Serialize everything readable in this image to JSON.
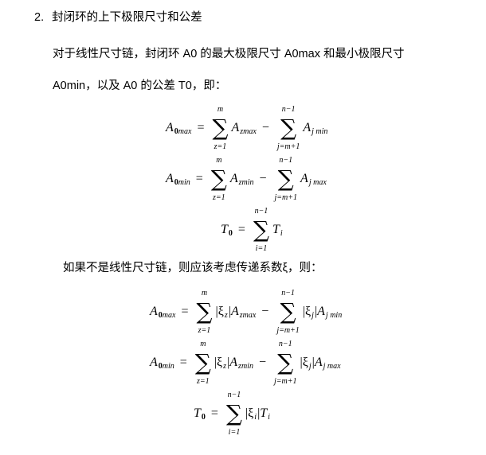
{
  "heading": {
    "number": "2.",
    "title": "封闭环的上下极限尺寸和公差"
  },
  "paragraph1": {
    "line1": "对于线性尺寸链，封闭环 A0 的最大极限尺寸 A0max 和最小极限尺寸",
    "line2": "A0min，以及 A0 的公差 T0，即："
  },
  "paragraph2": "如果不是线性尺寸链，则应该考虑传递系数ξ，则：",
  "sym": {
    "A": "A",
    "T": "T",
    "eq": "=",
    "minus": "−",
    "sigma": "∑",
    "xi": "|ξ",
    "bar": "|",
    "zero": "0"
  },
  "subs": {
    "max": "max",
    "min": "min",
    "zmax": "zmax",
    "zmin": "zmin",
    "jmin": "j min",
    "jmax": "j max",
    "i": "i",
    "z": "z",
    "j": "j"
  },
  "limits": {
    "m": "m",
    "z1": "z=1",
    "n1": "n−1",
    "jm1": "j=m+1",
    "i1": "i=1"
  }
}
